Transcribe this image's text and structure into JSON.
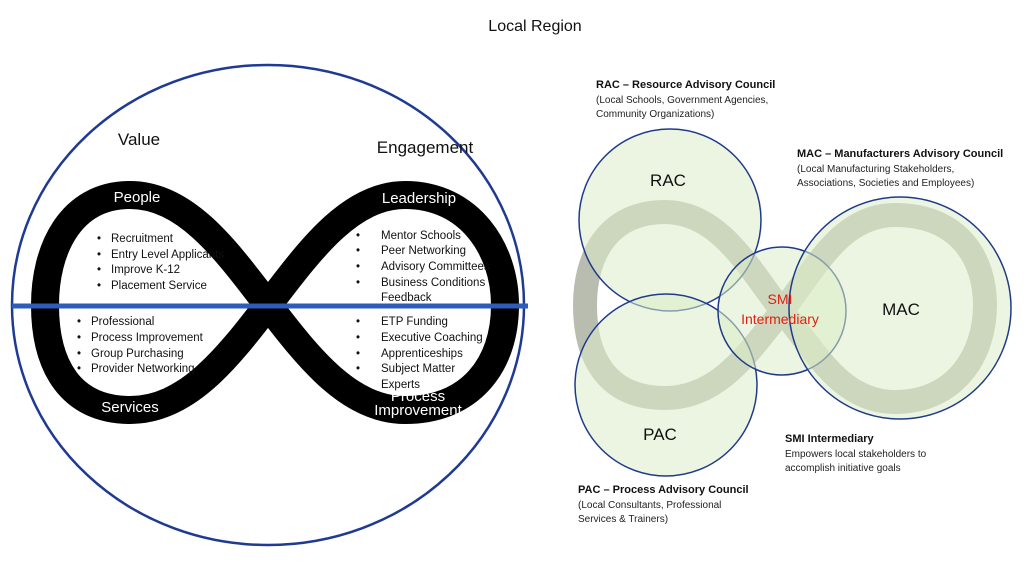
{
  "title": "Local Region",
  "left_diagram": {
    "value_label": "Value",
    "engagement_label": "Engagement",
    "quadrants": {
      "people": {
        "title": "People",
        "items": [
          "Recruitment",
          "Entry Level Applicants",
          "Improve K-12",
          "Placement Service"
        ]
      },
      "leadership": {
        "title": "Leadership",
        "items": [
          "Mentor Schools",
          "Peer Networking",
          "Advisory Committees",
          "Business Conditions",
          "Feedback"
        ]
      },
      "services": {
        "title": "Services",
        "items": [
          "Professional",
          "Process Improvement",
          "Group Purchasing",
          "Provider Networking"
        ]
      },
      "process": {
        "title_line1": "Process",
        "title_line2": "Improvement",
        "items": [
          "ETP Funding",
          "Executive Coaching",
          "Apprenticeships",
          "Subject Matter",
          "Experts"
        ]
      }
    },
    "colors": {
      "ellipse": "#1f3a93",
      "divider": "#2e5cb8",
      "infinity": "#000000"
    }
  },
  "right_diagram": {
    "circles": {
      "rac": "RAC",
      "pac": "PAC",
      "mac": "MAC",
      "smi_line1": "SMI",
      "smi_line2": "Intermediary"
    },
    "captions": {
      "rac": {
        "heading": "RAC – Resource Advisory Council",
        "line1": "(Local Schools, Government  Agencies,",
        "line2": "Community Organizations)"
      },
      "mac": {
        "heading": "MAC – Manufacturers Advisory Council",
        "line1": "(Local Manufacturing Stakeholders,",
        "line2": "Associations, Societies and Employees)"
      },
      "smi": {
        "heading": "SMI Intermediary",
        "line1": "Empowers local stakeholders to",
        "line2": "accomplish initiative goals"
      },
      "pac": {
        "heading": "PAC – Process Advisory Council",
        "line1": "(Local Consultants, Professional",
        "line2": "Services & Trainers)"
      }
    },
    "colors": {
      "circle_fill": "#dcedc8",
      "circle_stroke": "#1f3a8a",
      "smi_text": "#e02010",
      "band": "#b8bdb0"
    }
  }
}
